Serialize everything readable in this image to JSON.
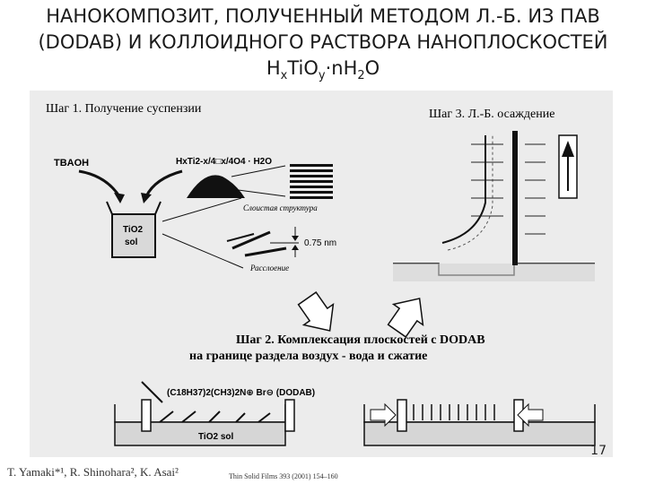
{
  "slide": {
    "title_line1": "НАНОКОМПОЗИТ, ПОЛУЧЕННЫЙ МЕТОДОМ Л.-Б. ИЗ ПАВ",
    "title_line2": "(DODAB) И КОЛЛОИДНОГО РАСТВОРА НАНОПЛОСКОСТЕЙ",
    "title_line3": "HxTiOy·nH2O",
    "page_number": "17"
  },
  "figure": {
    "step1": "Шаг 1. Получение суспензии",
    "step3": "Шаг 3. Л.-Б. осаждение",
    "step2_line1": "Шаг 2. Комплексация плоскостей с DODAB",
    "step2_line2": "на границе раздела воздух - вода и сжатие",
    "tbaoh": "TBAOH",
    "formula_top": "HxTi2-x/4□x/4O4 · H2O",
    "beaker_label1": "TiO2",
    "beaker_label2": "sol",
    "layered": "Слоистая структура",
    "spacing": "0.75 nm",
    "exfoliation": "Расслоение",
    "dodab": "(C18H37)2(CH3)2N⊕ Br⊖ (DODAB)",
    "trough_label": "TiO2 sol"
  },
  "citation": {
    "authors": "T. Yamaki*¹, R. Shinohara², K. Asai²",
    "journal": "Thin Solid Films 393 (2001) 154–160"
  }
}
